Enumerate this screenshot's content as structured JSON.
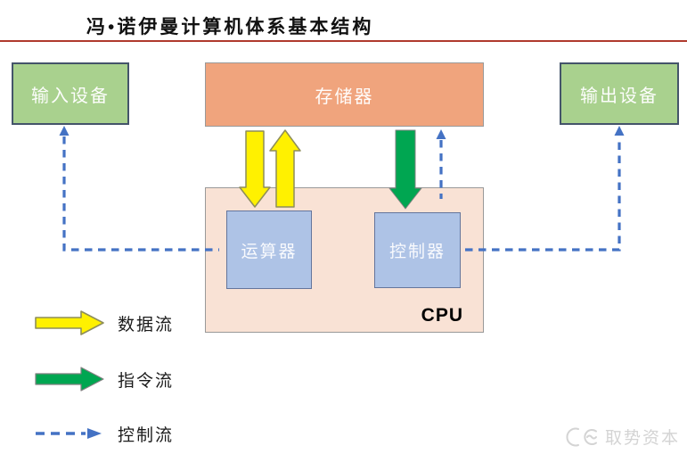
{
  "title": "冯•诺伊曼计算机体系基本结构",
  "diagram": {
    "nodes": {
      "input_device": "输入设备",
      "memory": "存储器",
      "output_device": "输出设备",
      "cpu": "CPU",
      "alu": "运算器",
      "controller": "控制器"
    },
    "flows": [
      {
        "name": "data-flow",
        "label": "数据流",
        "style": "solid-block-arrow"
      },
      {
        "name": "instruction-flow",
        "label": "指令流",
        "style": "solid-block-arrow"
      },
      {
        "name": "control-flow",
        "label": "控制流",
        "style": "dashed-arrow"
      }
    ]
  },
  "watermark": {
    "text": "取势资本"
  },
  "colors": {
    "title_rule": "#B03A2E",
    "device_box_fill": "#A9D18E",
    "device_box_border": "#44546A",
    "memory_box_fill": "#F0A47D",
    "cpu_box_fill": "#F9E2D5",
    "inner_box_fill": "#AEC3E6",
    "inner_box_border": "#64759C",
    "gray_border": "#999999",
    "data_flow": "#FFF100",
    "data_flow_outline": "#8E8E5A",
    "instruction_flow": "#00A651",
    "instruction_flow_outline": "#808080",
    "control_flow": "#4472C4",
    "watermark_gray": "#D4D4D4"
  }
}
